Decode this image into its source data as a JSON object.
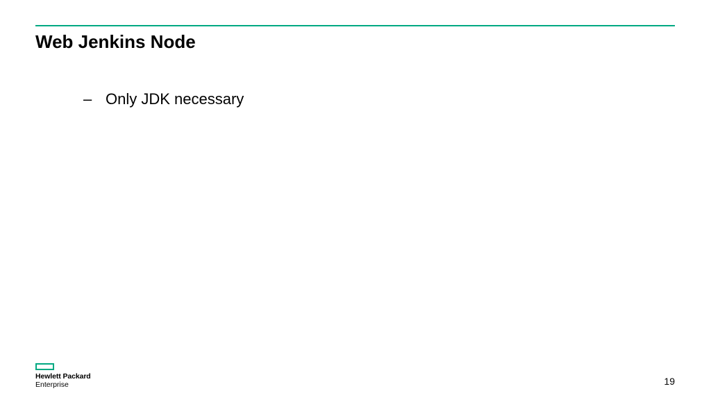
{
  "slide": {
    "title": "Web Jenkins Node",
    "bullets": [
      {
        "marker": "–",
        "text": "Only JDK necessary"
      }
    ],
    "page_number": "19"
  },
  "logo": {
    "line1": "Hewlett Packard",
    "line2": "Enterprise"
  },
  "colors": {
    "accent": "#01a982",
    "text": "#000000",
    "background": "#ffffff"
  }
}
